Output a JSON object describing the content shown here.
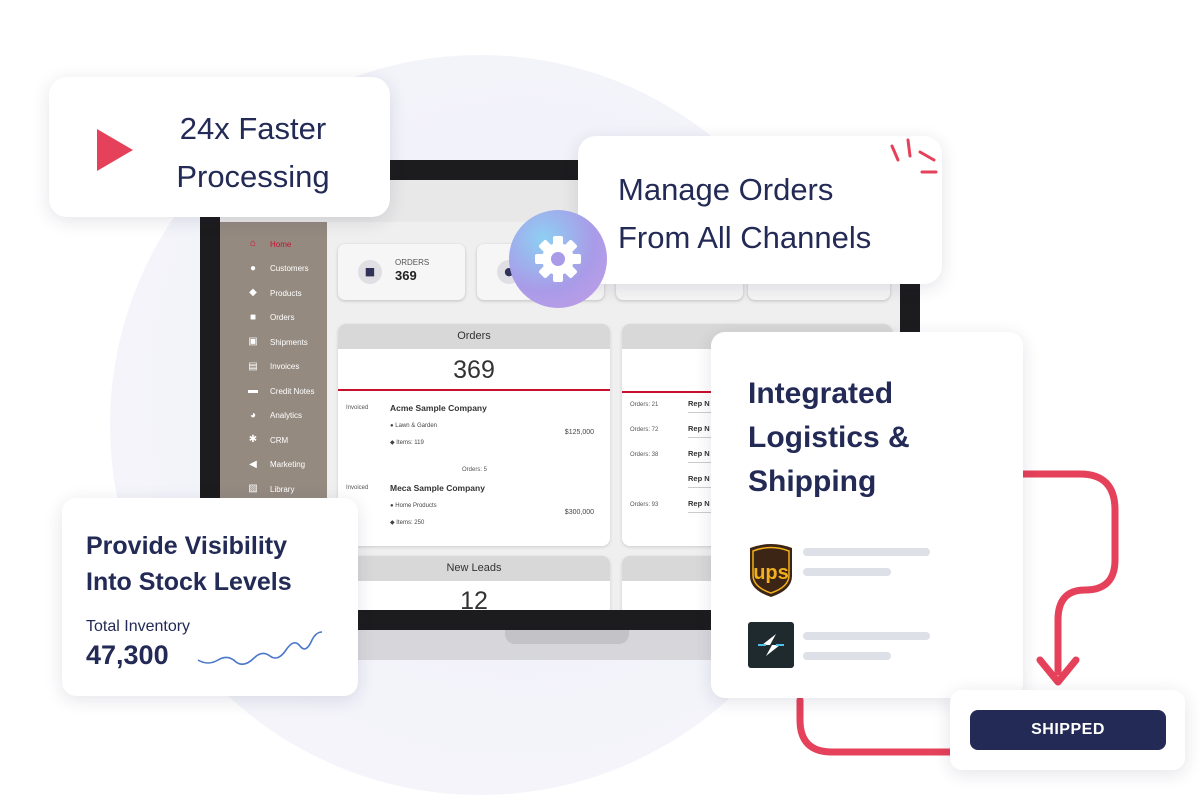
{
  "cards": {
    "faster": {
      "line1": "24x Faster",
      "line2": "Processing"
    },
    "manage": {
      "line1": "Manage Orders",
      "line2": "From All Channels"
    },
    "visibility": {
      "line1": "Provide Visibility",
      "line2": "Into Stock Levels",
      "label": "Total Inventory",
      "value": "47,300"
    },
    "logistics": {
      "line1": "Integrated",
      "line2": "Logistics &",
      "line3": "Shipping",
      "ups_logo_text": "ups"
    },
    "shipped": {
      "label": "SHIPPED"
    }
  },
  "app": {
    "sidebar": {
      "items": [
        {
          "label": "Home",
          "icon": "home-icon"
        },
        {
          "label": "Customers",
          "icon": "users-icon"
        },
        {
          "label": "Products",
          "icon": "tag-icon"
        },
        {
          "label": "Orders",
          "icon": "orders-icon"
        },
        {
          "label": "Shipments",
          "icon": "box-icon"
        },
        {
          "label": "Invoices",
          "icon": "invoice-icon"
        },
        {
          "label": "Credit Notes",
          "icon": "card-icon"
        },
        {
          "label": "Analytics",
          "icon": "pie-icon"
        },
        {
          "label": "CRM",
          "icon": "gear-icon"
        },
        {
          "label": "Marketing",
          "icon": "megaphone-icon"
        },
        {
          "label": "Library",
          "icon": "image-icon"
        }
      ]
    },
    "stats": [
      {
        "label": "ORDERS",
        "value": "369"
      }
    ],
    "orders_panel": {
      "title": "Orders",
      "total": "369",
      "rows": [
        {
          "status": "Invoiced",
          "company": "Acme Sample Company",
          "category": "Lawn & Garden",
          "items": "Items: 119",
          "amount": "$125,000",
          "orders": "Orders: 5"
        },
        {
          "status": "Invoiced",
          "company": "Meca Sample Company",
          "category": "Home Products",
          "items": "Items: 250",
          "amount": "$300,000"
        }
      ]
    },
    "reps_panel": {
      "rows": [
        {
          "orders": "Orders: 21",
          "rep": "Rep N"
        },
        {
          "orders": "Orders: 72",
          "rep": "Rep N"
        },
        {
          "orders": "Orders: 38",
          "rep": "Rep N"
        },
        {
          "orders": "",
          "rep": "Rep N"
        },
        {
          "orders": "Orders: 93",
          "rep": "Rep N"
        }
      ]
    },
    "leads_panel": {
      "title": "New Leads",
      "total": "12"
    }
  },
  "colors": {
    "accent": "#e5415a",
    "navy": "#222a55",
    "sidebar": "#948a80",
    "active": "#c8102e"
  }
}
